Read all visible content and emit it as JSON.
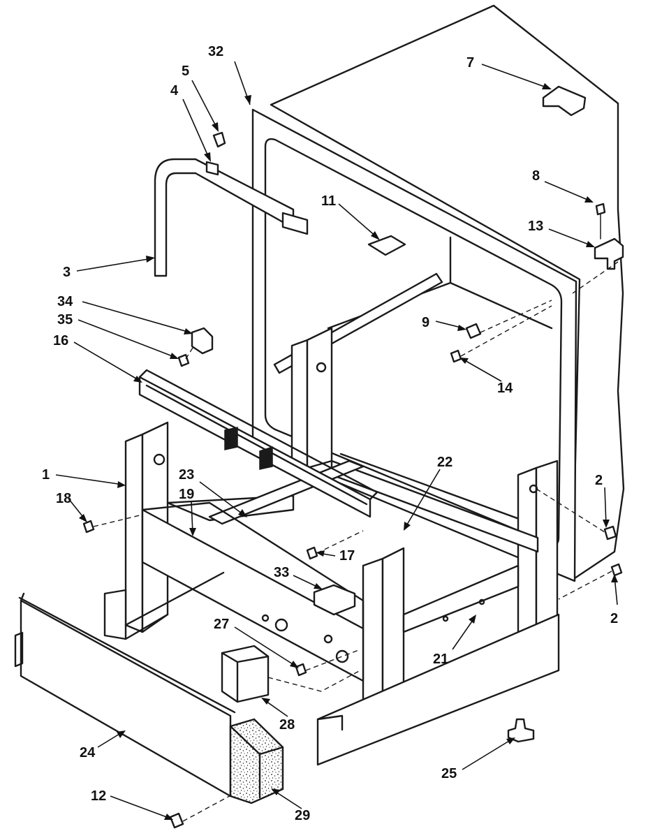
{
  "callouts": [
    "32",
    "5",
    "4",
    "7",
    "11",
    "8",
    "13",
    "3",
    "34",
    "35",
    "16",
    "9",
    "14",
    "1",
    "18",
    "23",
    "19",
    "22",
    "2",
    "17",
    "33",
    "2",
    "27",
    "21",
    "28",
    "24",
    "25",
    "12",
    "29"
  ]
}
